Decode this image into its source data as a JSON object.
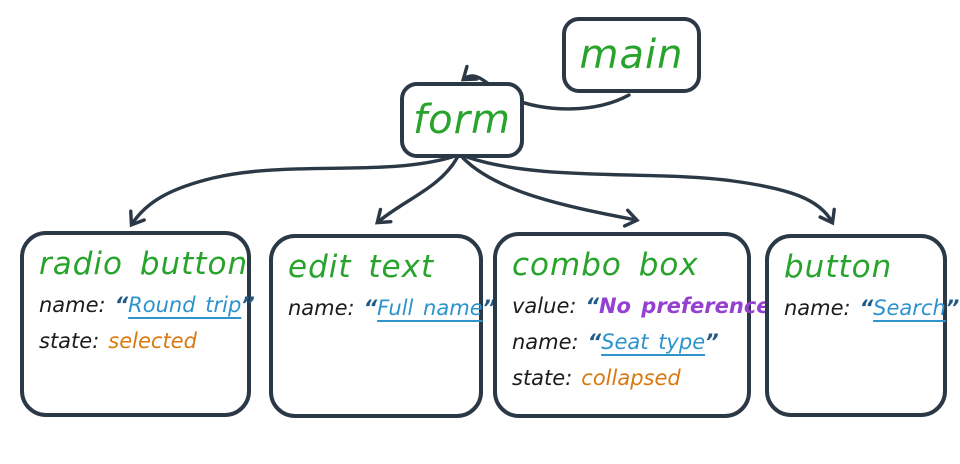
{
  "palette": {
    "outline": "#2b3845",
    "node_label_green": "#28a32c",
    "link_blue": "#2d93cc",
    "quote_dark_blue": "#215a85",
    "state_orange": "#d9790f",
    "value_purple": "#9440d2",
    "property_key_dark": "#1b1b1b",
    "background": "#ffffff"
  },
  "diagram": {
    "root": {
      "label": "main"
    },
    "container": {
      "label": "form"
    },
    "children": [
      {
        "id": "radio-button",
        "title": "radio button",
        "rows": [
          {
            "key": "name:",
            "open": "“",
            "value": "Round trip",
            "close": "”"
          },
          {
            "key": "state:",
            "value": "selected"
          }
        ]
      },
      {
        "id": "edit-text",
        "title": "edit text",
        "rows": [
          {
            "key": "name:",
            "open": "“",
            "value": "Full name",
            "close": "”"
          }
        ]
      },
      {
        "id": "combo-box",
        "title": "combo box",
        "rows": [
          {
            "key": "value:",
            "open": "“",
            "value": "No preference",
            "close": "”"
          },
          {
            "key": "name:",
            "open": "“",
            "value": "Seat type",
            "close": "”"
          },
          {
            "key": "state:",
            "value": "collapsed"
          }
        ]
      },
      {
        "id": "button",
        "title": "button",
        "rows": [
          {
            "key": "name:",
            "open": "“",
            "value": "Search",
            "close": "”"
          }
        ]
      }
    ]
  }
}
